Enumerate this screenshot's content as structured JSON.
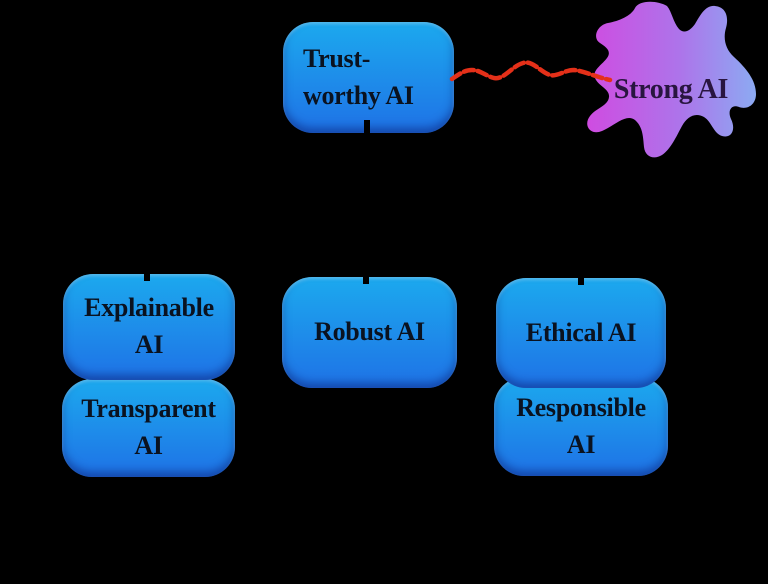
{
  "diagram": {
    "nodes": {
      "trustworthy": {
        "label": "Trust-\nworthy AI"
      },
      "strong": {
        "label": "Strong AI"
      },
      "explainable": {
        "label": "Explainable\nAI"
      },
      "transparent": {
        "label": "Transparent\nAI"
      },
      "robust": {
        "label": "Robust AI"
      },
      "ethical": {
        "label": "Ethical AI"
      },
      "responsible": {
        "label": "Responsible\nAI"
      }
    },
    "colors": {
      "background": "#000000",
      "box_gradient_top": "#1ca9ee",
      "box_gradient_bottom": "#1f72e6",
      "box_text": "#0a1220",
      "blob_gradient_left": "#cf4ce1",
      "blob_gradient_mid": "#ad74ea",
      "blob_gradient_right": "#8caaf2",
      "blob_text": "#291540",
      "connector_red": "#e43019",
      "hidden_connector": "#000000"
    }
  }
}
